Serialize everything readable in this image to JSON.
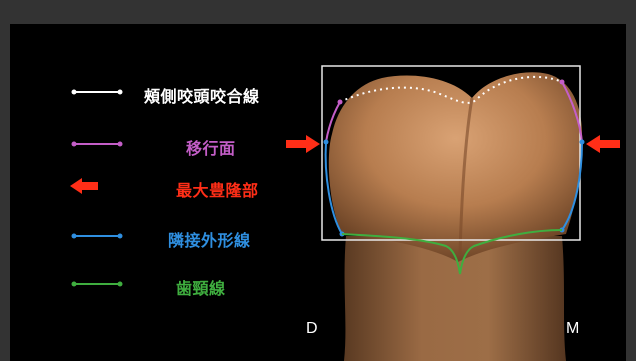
{
  "legend": [
    {
      "label": "頰側咬頭咬合線",
      "color": "#ffffff",
      "swatch": "dotted-line"
    },
    {
      "label": "移行面",
      "color": "#c45ec8",
      "swatch": "line-with-dots"
    },
    {
      "label": "最大豊隆部",
      "color": "#ff2e17",
      "swatch": "arrow"
    },
    {
      "label": "隣接外形線",
      "color": "#2f8fe0",
      "swatch": "line-with-dots"
    },
    {
      "label": "歯頸線",
      "color": "#3fae3f",
      "swatch": "line-with-dots"
    }
  ],
  "labels": {
    "distal": "D",
    "mesial": "M"
  }
}
